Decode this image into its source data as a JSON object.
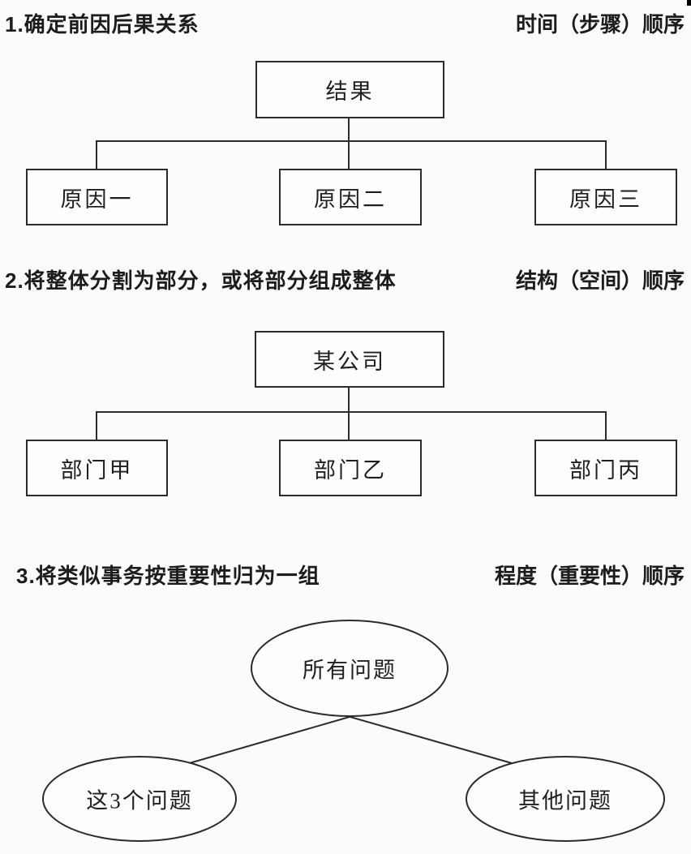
{
  "page": {
    "background": "#fbfbfb",
    "line_color": "#2b2b2b",
    "text_color": "#1c1c1c"
  },
  "sections": [
    {
      "heading_left": "1.确定前因后果关系",
      "heading_right": "时间（步骤）顺序",
      "diagram": {
        "type": "tree-rect",
        "root": "结果",
        "children": [
          "原因一",
          "原因二",
          "原因三"
        ]
      }
    },
    {
      "heading_left": "2.将整体分割为部分，或将部分组成整体",
      "heading_right": "结构（空间）顺序",
      "diagram": {
        "type": "tree-rect",
        "root": "某公司",
        "children": [
          "部门甲",
          "部门乙",
          "部门丙"
        ]
      }
    },
    {
      "heading_left": "3.将类似事务按重要性归为一组",
      "heading_right": "程度（重要性）顺序",
      "diagram": {
        "type": "tree-ellipse",
        "root": "所有问题",
        "children": [
          "这3个问题",
          "其他问题"
        ]
      }
    }
  ]
}
